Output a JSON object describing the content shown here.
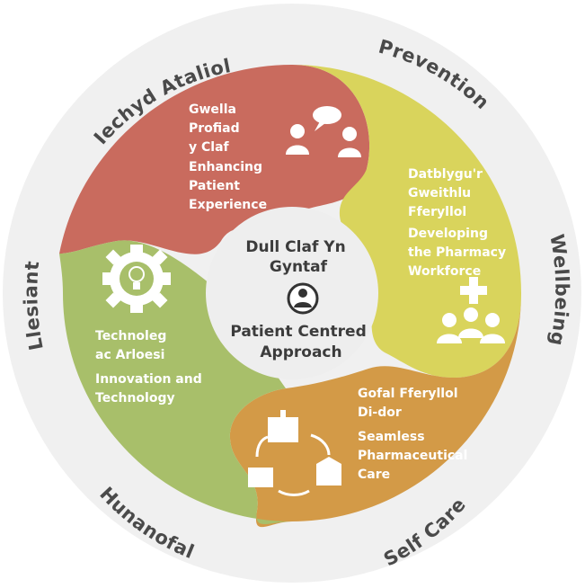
{
  "ring": {
    "top_left": "Iechyd Ataliol",
    "top_right": "Prevention",
    "right": "Wellbeing",
    "bottom_right": "Self Care",
    "bottom_left": "Hunanofal",
    "left": "Llesiant"
  },
  "segments": {
    "experience": {
      "welsh": [
        "Gwella",
        "Profiad",
        "y Claf"
      ],
      "english": [
        "Enhancing",
        "Patient",
        "Experience"
      ],
      "icon": "conversation-people-icon",
      "color": "#c96b5e"
    },
    "workforce": {
      "welsh": [
        "Datblygu'r",
        "Gweithlu",
        "Fferyllol"
      ],
      "english": [
        "Developing",
        "the Pharmacy",
        "Workforce"
      ],
      "icon": "medical-team-icon",
      "color": "#d9d45c"
    },
    "care": {
      "welsh": [
        "Gofal Fferyllol",
        "Di-dor"
      ],
      "english": [
        "Seamless",
        "Pharmaceutical",
        "Care"
      ],
      "icon": "hospital-cycle-icon",
      "color": "#d39a47"
    },
    "technology": {
      "welsh": [
        "Technoleg",
        "ac Arloesi"
      ],
      "english": [
        "Innovation and",
        "Technology"
      ],
      "icon": "gear-lightbulb-icon",
      "color": "#a8bf6a"
    }
  },
  "center": {
    "welsh": [
      "Dull Claf Yn",
      "Gyntaf"
    ],
    "english": [
      "Patient Centred",
      "Approach"
    ],
    "icon": "person-icon"
  },
  "colors": {
    "outer_ring": "#f0f0f0",
    "center": "#eeeeee"
  }
}
